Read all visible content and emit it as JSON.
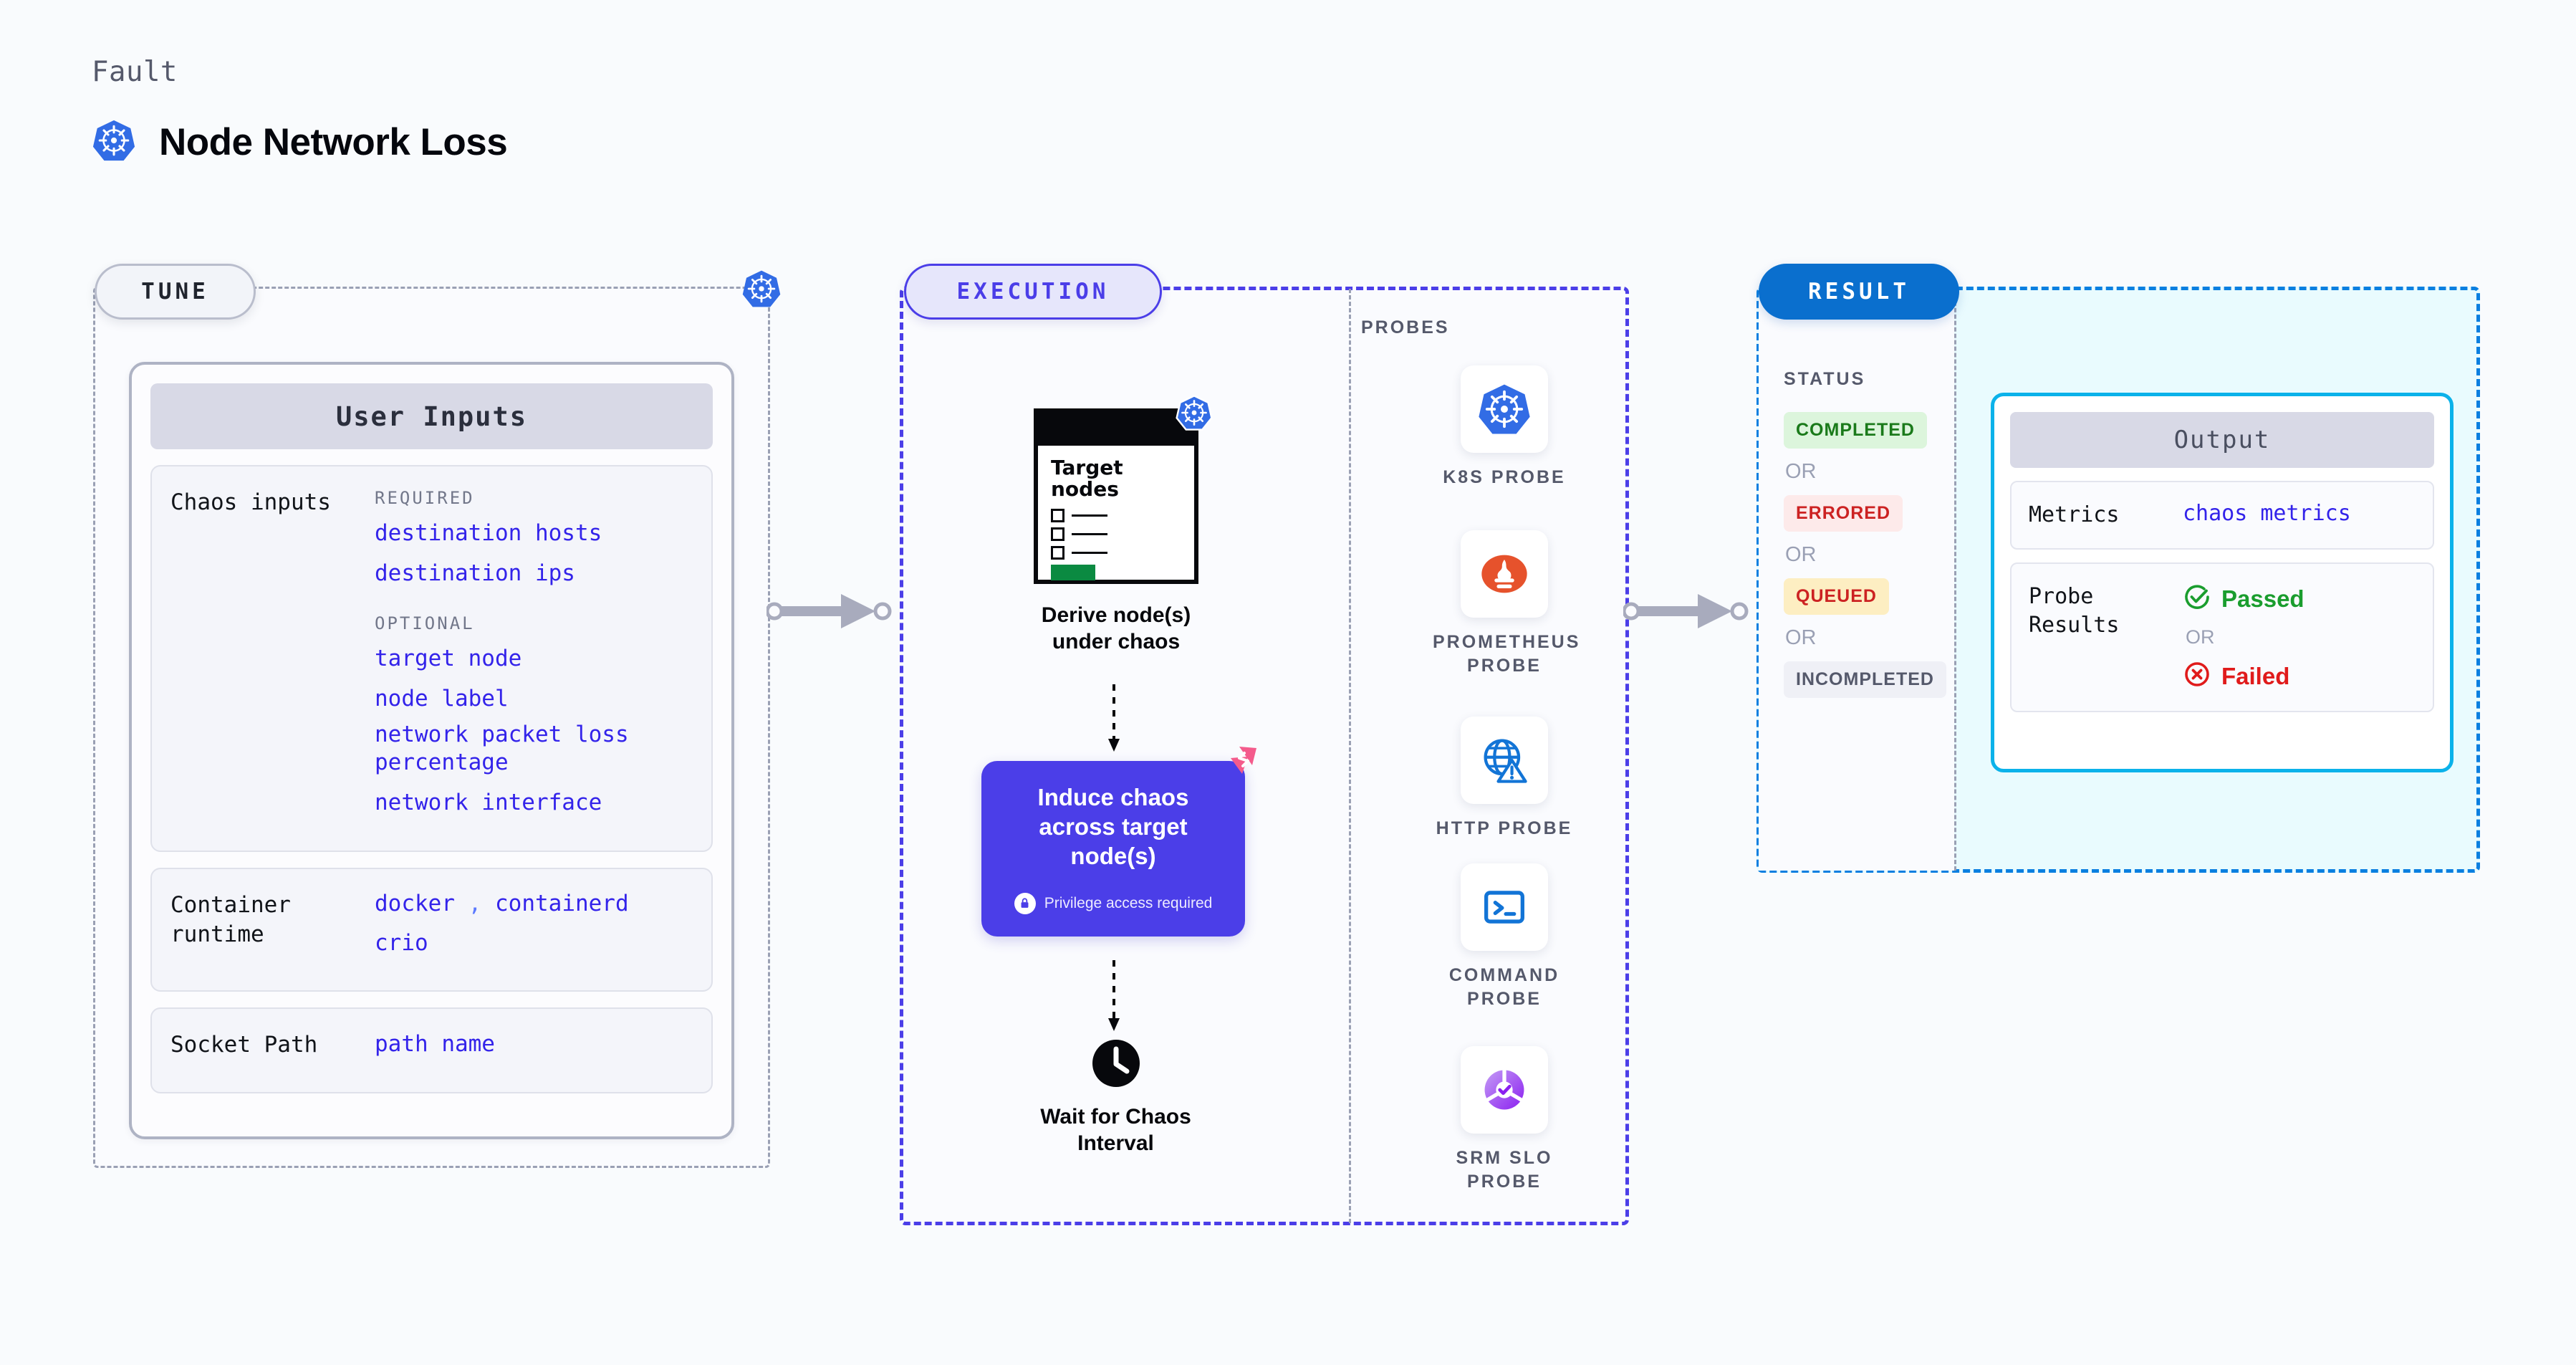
{
  "header": {
    "kicker": "Fault",
    "title": "Node Network Loss",
    "icon": "kubernetes-icon"
  },
  "tune": {
    "pill_label": "TUNE",
    "card_title": "User Inputs",
    "chaos_inputs": {
      "label": "Chaos inputs",
      "required_label": "REQUIRED",
      "required": [
        "destination hosts",
        "destination ips"
      ],
      "optional_label": "OPTIONAL",
      "optional": [
        "target node",
        "node label",
        "network packet loss percentage",
        "network interface"
      ]
    },
    "container_runtime": {
      "label": "Container runtime",
      "values_line1": [
        "docker",
        "containerd"
      ],
      "separator": ",",
      "values_line2": "crio"
    },
    "socket_path": {
      "label": "Socket Path",
      "value": "path name"
    }
  },
  "execution": {
    "pill_label": "EXECUTION",
    "step1": {
      "doc_title": "Target nodes",
      "caption": "Derive node(s) under chaos",
      "icon": "kubernetes-icon"
    },
    "step2": {
      "title": "Induce chaos across target node(s)",
      "privilege_note": "Privilege access required",
      "lock_icon": "lock-icon",
      "corner_icon": "litmus-logo-icon"
    },
    "step3": {
      "caption": "Wait for Chaos Interval",
      "icon": "clock-icon"
    },
    "probes_label": "PROBES",
    "probes": [
      {
        "name": "K8S PROBE",
        "icon": "kubernetes-icon"
      },
      {
        "name": "PROMETHEUS PROBE",
        "icon": "prometheus-icon"
      },
      {
        "name": "HTTP PROBE",
        "icon": "globe-warning-icon"
      },
      {
        "name": "COMMAND PROBE",
        "icon": "terminal-icon"
      },
      {
        "name": "SRM SLO PROBE",
        "icon": "srm-slo-icon"
      }
    ]
  },
  "result": {
    "pill_label": "RESULT",
    "status_label": "STATUS",
    "or_label": "OR",
    "statuses": [
      {
        "label": "COMPLETED",
        "bg": "#dcf5dc",
        "fg": "#1a7a1a"
      },
      {
        "label": "ERRORED",
        "bg": "#fdeaea",
        "fg": "#cc2222"
      },
      {
        "label": "QUEUED",
        "bg": "#fdeec2",
        "fg": "#cc2222"
      },
      {
        "label": "INCOMPLETED",
        "bg": "#eff0f6",
        "fg": "#55596b"
      }
    ],
    "output": {
      "title": "Output",
      "metrics_label": "Metrics",
      "metrics_value": "chaos metrics",
      "probe_results_label": "Probe Results",
      "passed_label": "Passed",
      "failed_label": "Failed",
      "or_label": "OR",
      "passed_icon": "check-circle-icon",
      "failed_icon": "x-circle-icon"
    }
  },
  "colors": {
    "accent_blue": "#4b3ee8",
    "result_blue": "#0a6fce",
    "k8s_blue": "#326ce5",
    "litmus_pink": "#f45b8c",
    "pass_green": "#1a9d2e",
    "fail_red": "#e01b1b"
  }
}
